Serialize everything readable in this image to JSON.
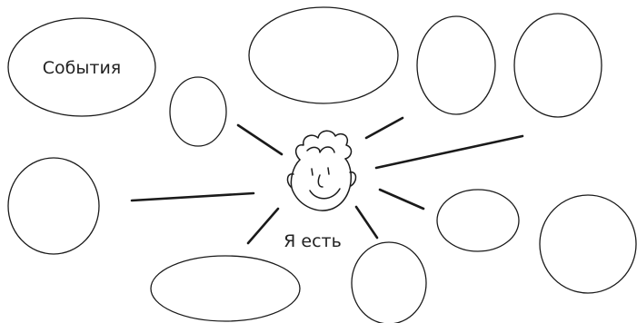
{
  "diagram": {
    "center_label": "Я есть",
    "colors": {
      "stroke": "#1a1a1a",
      "text": "#222222",
      "background": "#ffffff"
    },
    "bubbles": [
      {
        "id": "events",
        "label": "События"
      },
      {
        "id": "b2",
        "label": ""
      },
      {
        "id": "b3",
        "label": ""
      },
      {
        "id": "b4",
        "label": ""
      },
      {
        "id": "b5",
        "label": ""
      },
      {
        "id": "b6",
        "label": ""
      },
      {
        "id": "b7",
        "label": ""
      },
      {
        "id": "b8",
        "label": ""
      },
      {
        "id": "b9",
        "label": ""
      },
      {
        "id": "b10",
        "label": ""
      }
    ],
    "center_icon": "smiling-face-icon"
  }
}
